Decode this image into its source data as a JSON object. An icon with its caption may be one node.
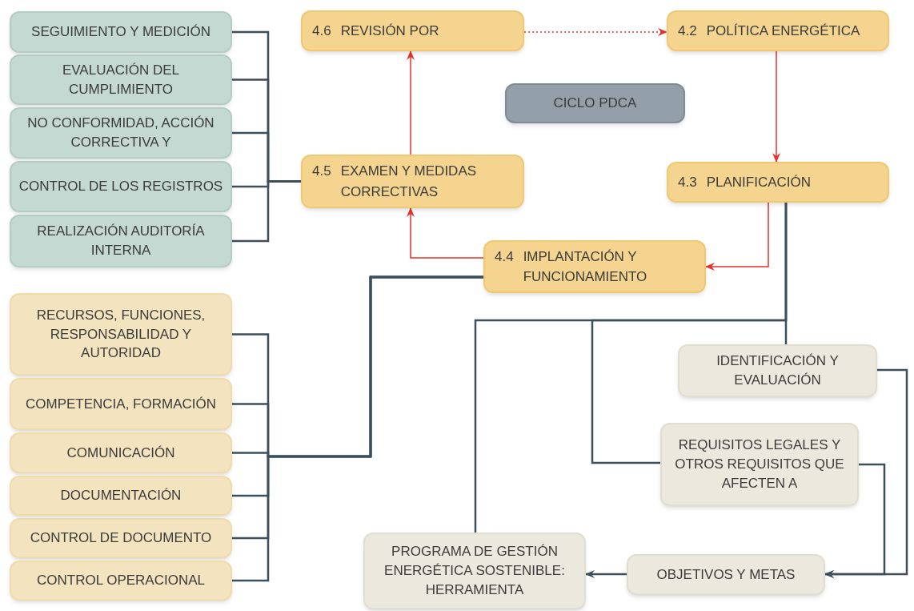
{
  "diagram": {
    "nodes": [
      {
        "text": [
          "SEGUIMIENTO Y MEDICIÓN"
        ]
      },
      {
        "text": [
          "EVALUACIÓN DEL CUMPLIMIENTO"
        ]
      },
      {
        "text": [
          "NO CONFORMIDAD, ACCIÓN CORRECTIVA Y"
        ]
      },
      {
        "text": [
          "CONTROL DE LOS REGISTROS"
        ]
      },
      {
        "text": [
          "REALIZACIÓN AUDITORÍA INTERNA"
        ]
      },
      {
        "text": [
          "4.6",
          "REVISIÓN POR"
        ]
      },
      {
        "text": [
          "4.2",
          "POLÍTICA ENERGÉTICA"
        ]
      },
      {
        "text": [
          "CICLO PDCA"
        ]
      },
      {
        "text": [
          "4.5",
          "EXAMEN Y MEDIDAS CORRECTIVAS"
        ]
      },
      {
        "text": [
          "4.3",
          "PLANIFICACIÓN"
        ]
      },
      {
        "text": [
          "4.4",
          "IMPLANTACIÓN Y FUNCIONAMIENTO"
        ]
      },
      {
        "text": [
          "RECURSOS, FUNCIONES, RESPONSABILIDAD Y AUTORIDAD"
        ]
      },
      {
        "text": [
          "COMPETENCIA, FORMACIÓN"
        ]
      },
      {
        "text": [
          "COMUNICACIÓN"
        ]
      },
      {
        "text": [
          "DOCUMENTACIÓN"
        ]
      },
      {
        "text": [
          "CONTROL DE DOCUMENTO"
        ]
      },
      {
        "text": [
          "CONTROL OPERACIONAL"
        ]
      },
      {
        "text": [
          "IDENTIFICACIÓN Y EVALUACIÓN"
        ]
      },
      {
        "text": [
          "REQUISITOS LEGALES Y OTROS REQUISITOS QUE AFECTEN A"
        ]
      },
      {
        "text": [
          "PROGRAMA DE GESTIÓN ENERGÉTICA SOSTENIBLE: HERRAMIENTA"
        ]
      },
      {
        "text": [
          "OBJETIVOS Y METAS"
        ]
      }
    ],
    "edges": [
      {
        "from": 0,
        "to": 8,
        "arrow": "none"
      },
      {
        "from": 1,
        "to": 8,
        "arrow": "none"
      },
      {
        "from": 2,
        "to": 8,
        "arrow": "none"
      },
      {
        "from": 3,
        "to": 8,
        "arrow": "none"
      },
      {
        "from": 4,
        "to": 8,
        "arrow": "none"
      },
      {
        "from": 8,
        "to": 5,
        "arrow": "to",
        "color": "#e8312b"
      },
      {
        "from": 5,
        "to": 6,
        "arrow": "to",
        "style": "dashed",
        "color": "#e8312b"
      },
      {
        "from": 6,
        "to": 9,
        "arrow": "to",
        "color": "#e8312b"
      },
      {
        "from": 9,
        "to": 10,
        "arrow": "to",
        "color": "#e8312b"
      },
      {
        "from": 10,
        "to": 8,
        "arrow": "to",
        "color": "#e8312b"
      },
      {
        "from": 11,
        "to": 10,
        "arrow": "none"
      },
      {
        "from": 12,
        "to": 10,
        "arrow": "none"
      },
      {
        "from": 13,
        "to": 10,
        "arrow": "none"
      },
      {
        "from": 14,
        "to": 10,
        "arrow": "none"
      },
      {
        "from": 15,
        "to": 10,
        "arrow": "none"
      },
      {
        "from": 16,
        "to": 10,
        "arrow": "none"
      },
      {
        "from": 9,
        "to": 17,
        "arrow": "none"
      },
      {
        "from": 9,
        "to": 18,
        "arrow": "none"
      },
      {
        "from": 9,
        "to": 19,
        "arrow": "none"
      },
      {
        "from": 17,
        "to": 20,
        "arrow": "to"
      },
      {
        "from": 18,
        "to": 20,
        "arrow": "to"
      },
      {
        "from": 20,
        "to": 19,
        "arrow": "to"
      }
    ]
  }
}
